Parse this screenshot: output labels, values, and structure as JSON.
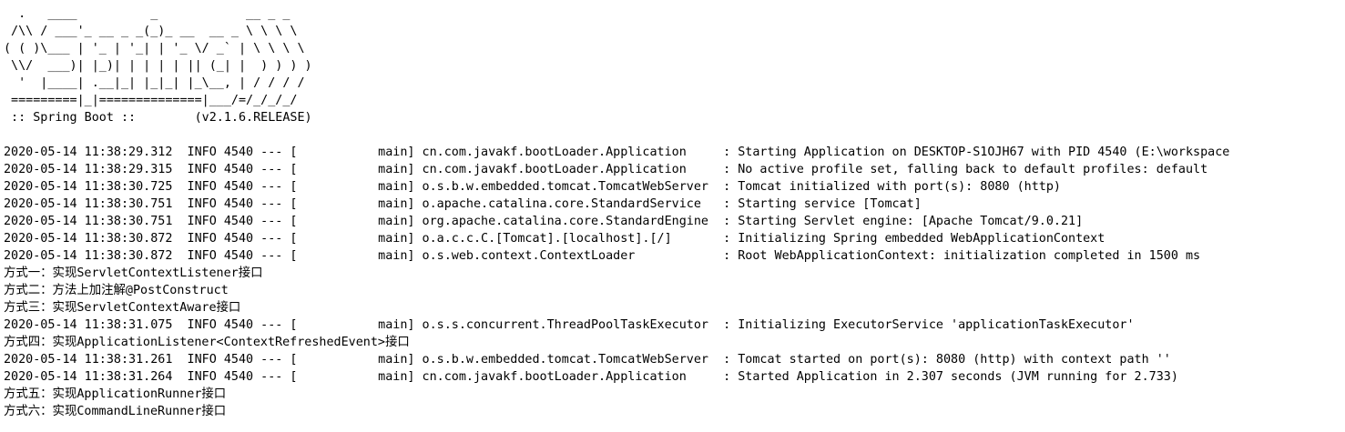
{
  "banner": {
    "art_lines": [
      "  .   ____          _            __ _ _",
      " /\\\\ / ___'_ __ _ _(_)_ __  __ _ \\ \\ \\ \\",
      "( ( )\\___ | '_ | '_| | '_ \\/ _` | \\ \\ \\ \\",
      " \\\\/  ___)| |_)| | | | | || (_| |  ) ) ) )",
      "  '  |____| .__|_| |_|_| |_\\__, | / / / /",
      " =========|_|==============|___/=/_/_/_/"
    ],
    "spring_boot_line": " :: Spring Boot ::        (v2.1.6.RELEASE)"
  },
  "console_lines": [
    {
      "kind": "log",
      "timestamp": "2020-05-14 11:38:29.312",
      "level": "INFO",
      "pid": "4540",
      "thread": "main",
      "logger": "cn.com.javakf.bootLoader.Application",
      "message": "Starting Application on DESKTOP-S1OJH67 with PID 4540 (E:\\workspace"
    },
    {
      "kind": "log",
      "timestamp": "2020-05-14 11:38:29.315",
      "level": "INFO",
      "pid": "4540",
      "thread": "main",
      "logger": "cn.com.javakf.bootLoader.Application",
      "message": "No active profile set, falling back to default profiles: default"
    },
    {
      "kind": "log",
      "timestamp": "2020-05-14 11:38:30.725",
      "level": "INFO",
      "pid": "4540",
      "thread": "main",
      "logger": "o.s.b.w.embedded.tomcat.TomcatWebServer",
      "message": "Tomcat initialized with port(s): 8080 (http)"
    },
    {
      "kind": "log",
      "timestamp": "2020-05-14 11:38:30.751",
      "level": "INFO",
      "pid": "4540",
      "thread": "main",
      "logger": "o.apache.catalina.core.StandardService",
      "message": "Starting service [Tomcat]"
    },
    {
      "kind": "log",
      "timestamp": "2020-05-14 11:38:30.751",
      "level": "INFO",
      "pid": "4540",
      "thread": "main",
      "logger": "org.apache.catalina.core.StandardEngine",
      "message": "Starting Servlet engine: [Apache Tomcat/9.0.21]"
    },
    {
      "kind": "log",
      "timestamp": "2020-05-14 11:38:30.872",
      "level": "INFO",
      "pid": "4540",
      "thread": "main",
      "logger": "o.a.c.c.C.[Tomcat].[localhost].[/]",
      "message": "Initializing Spring embedded WebApplicationContext"
    },
    {
      "kind": "log",
      "timestamp": "2020-05-14 11:38:30.872",
      "level": "INFO",
      "pid": "4540",
      "thread": "main",
      "logger": "o.s.web.context.ContextLoader",
      "message": "Root WebApplicationContext: initialization completed in 1500 ms"
    },
    {
      "kind": "text",
      "text": "方式一：实现ServletContextListener接口"
    },
    {
      "kind": "text",
      "text": "方式二：方法上加注解@PostConstruct"
    },
    {
      "kind": "text",
      "text": "方式三：实现ServletContextAware接口"
    },
    {
      "kind": "log",
      "timestamp": "2020-05-14 11:38:31.075",
      "level": "INFO",
      "pid": "4540",
      "thread": "main",
      "logger": "o.s.s.concurrent.ThreadPoolTaskExecutor",
      "message": "Initializing ExecutorService 'applicationTaskExecutor'"
    },
    {
      "kind": "text",
      "text": "方式四：实现ApplicationListener<ContextRefreshedEvent>接口"
    },
    {
      "kind": "log",
      "timestamp": "2020-05-14 11:38:31.261",
      "level": "INFO",
      "pid": "4540",
      "thread": "main",
      "logger": "o.s.b.w.embedded.tomcat.TomcatWebServer",
      "message": "Tomcat started on port(s): 8080 (http) with context path ''"
    },
    {
      "kind": "log",
      "timestamp": "2020-05-14 11:38:31.264",
      "level": "INFO",
      "pid": "4540",
      "thread": "main",
      "logger": "cn.com.javakf.bootLoader.Application",
      "message": "Started Application in 2.307 seconds (JVM running for 2.733)"
    },
    {
      "kind": "text",
      "text": "方式五：实现ApplicationRunner接口"
    },
    {
      "kind": "text",
      "text": "方式六：实现CommandLineRunner接口"
    }
  ]
}
